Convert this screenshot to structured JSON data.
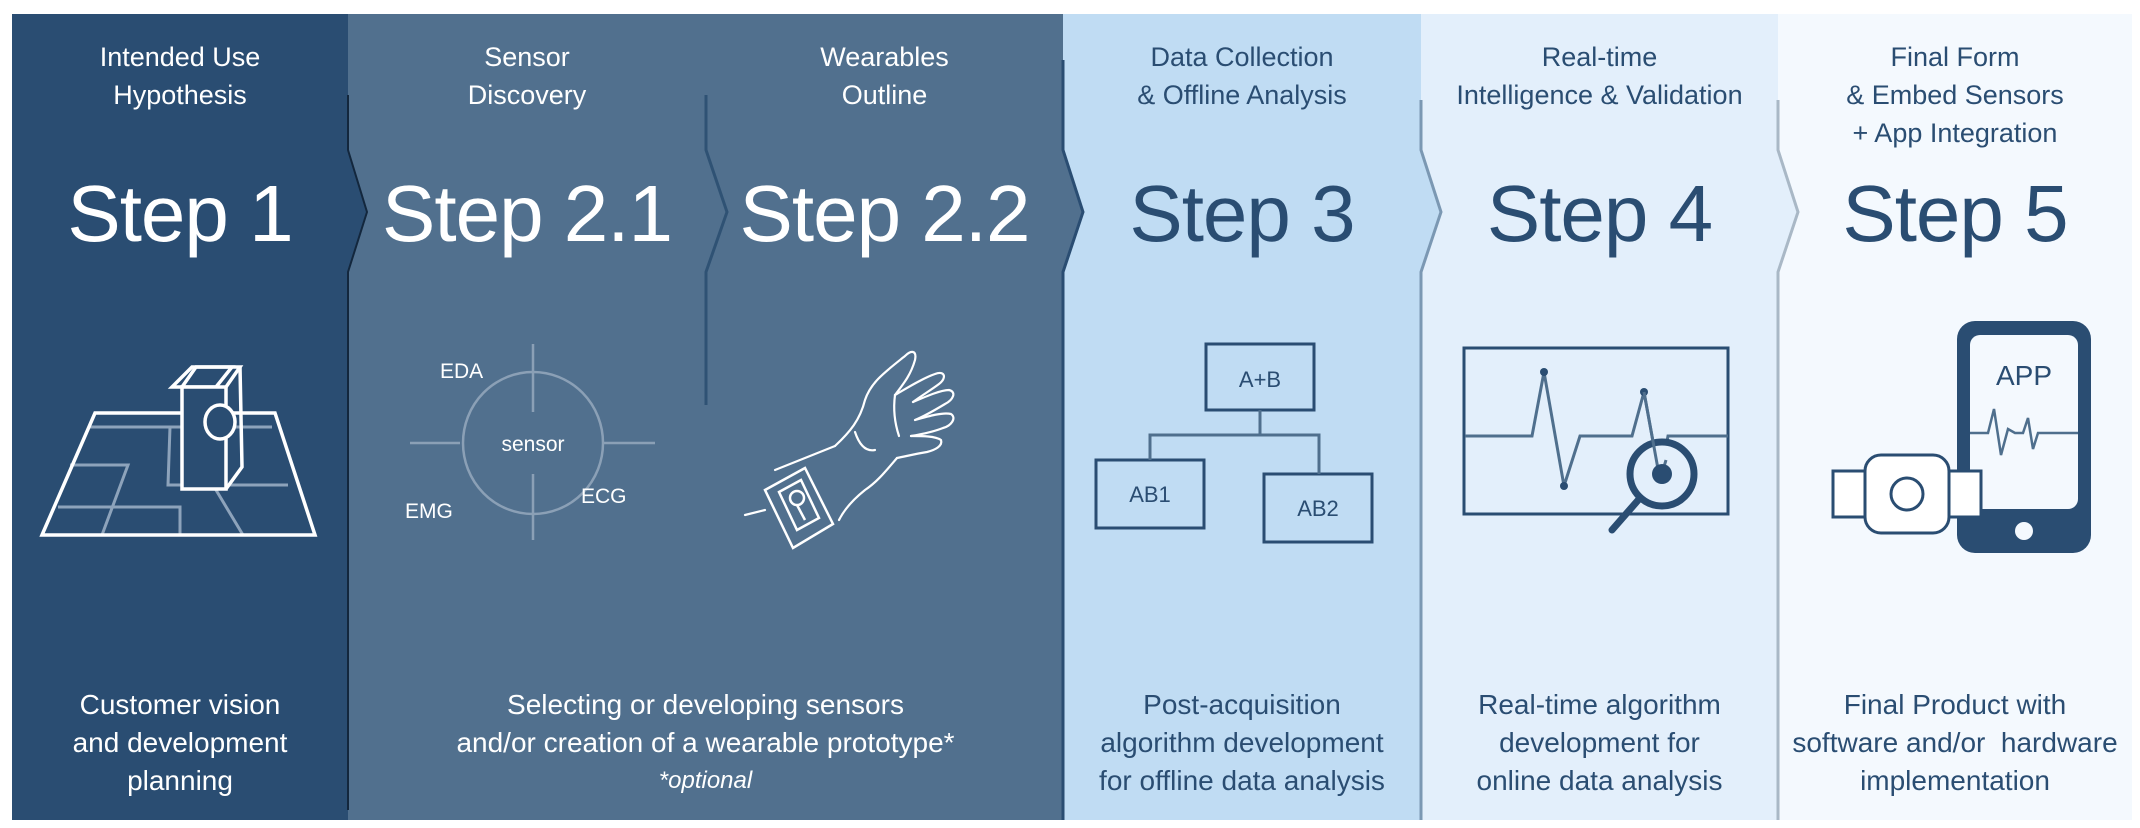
{
  "colors": {
    "step1_bg": "#2a4d72",
    "step2_bg": "#51708e",
    "step3_bg": "#c0dcf3",
    "step4_bg": "#e3effb",
    "step5_bg": "#f4f9fe",
    "dark_text": "#2a4d72",
    "light_text": "#ffffff"
  },
  "steps": [
    {
      "id": "1",
      "label": "Step 1",
      "title": [
        "Intended Use",
        "Hypothesis"
      ],
      "icon": "map-with-camera-icon"
    },
    {
      "id": "2.1",
      "label": "Step 2.1",
      "title": [
        "Sensor",
        "Discovery"
      ],
      "icon": "sensor-crosshair-icon",
      "icon_labels": {
        "center": "sensor",
        "top_left": "EDA",
        "bottom_left": "EMG",
        "bottom_right": "ECG"
      }
    },
    {
      "id": "2.2",
      "label": "Step 2.2",
      "title": [
        "Wearables",
        "Outline"
      ],
      "icon": "hand-with-wristband-icon"
    },
    {
      "id": "3",
      "label": "Step 3",
      "title": [
        "Data Collection",
        "& Offline Analysis"
      ],
      "icon": "tree-diagram-icon",
      "icon_labels": {
        "root": "A+B",
        "left": "AB1",
        "right": "AB2"
      }
    },
    {
      "id": "4",
      "label": "Step 4",
      "title": [
        "Real-time",
        "Intelligence & Validation"
      ],
      "icon": "signal-magnifier-icon"
    },
    {
      "id": "5",
      "label": "Step 5",
      "title": [
        "Final Form",
        "& Embed Sensors",
        "+ App Integration"
      ],
      "icon": "wearable-and-phone-app-icon",
      "icon_labels": {
        "phone": "APP"
      }
    }
  ],
  "descriptions": {
    "step1": [
      "Customer vision",
      "and development",
      "planning"
    ],
    "step2": [
      "Selecting or developing sensors",
      "and/or creation of a wearable prototype*"
    ],
    "step2_note": "*optional",
    "step3": [
      "Post-acquisition",
      "algorithm development",
      "for offline data analysis"
    ],
    "step4": [
      "Real-time algorithm",
      "development for",
      "online data analysis"
    ],
    "step5": [
      "Final Product with",
      "software and/or  hardware",
      "implementation"
    ]
  }
}
